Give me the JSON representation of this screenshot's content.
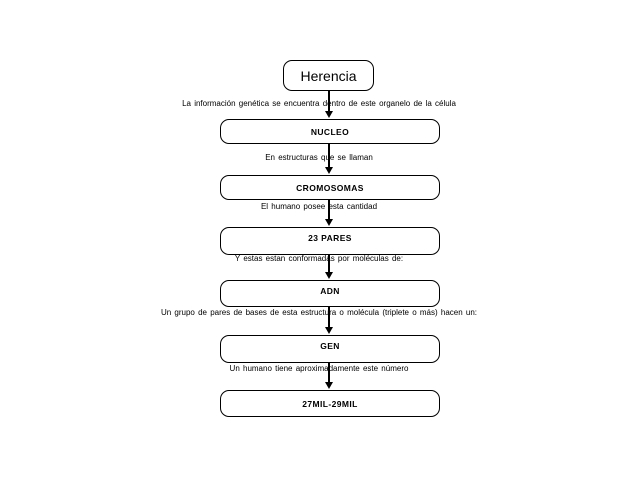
{
  "slide": {
    "title": "Herencia",
    "colors": {
      "background": "#ffffff",
      "line": "#000000",
      "text": "#000000"
    }
  },
  "flow": {
    "steps": [
      {
        "connector": "La información genética se encuentra dentro de este organelo de la célula",
        "box": "NUCLEO"
      },
      {
        "connector": "En estructuras que se llaman",
        "box": "CROMOSOMAS"
      },
      {
        "connector": "El humano posee esta cantidad",
        "box": "23 PARES"
      },
      {
        "connector": "Y estas estan conformadas por moléculas de:",
        "box": "ADN"
      },
      {
        "connector": "Un grupo de pares de bases de esta estructura o molécula (triplete o más) hacen un:",
        "box": "GEN"
      },
      {
        "connector": "Un humano tiene aproximadamente este número",
        "box": "27MIL-29MIL"
      }
    ]
  }
}
